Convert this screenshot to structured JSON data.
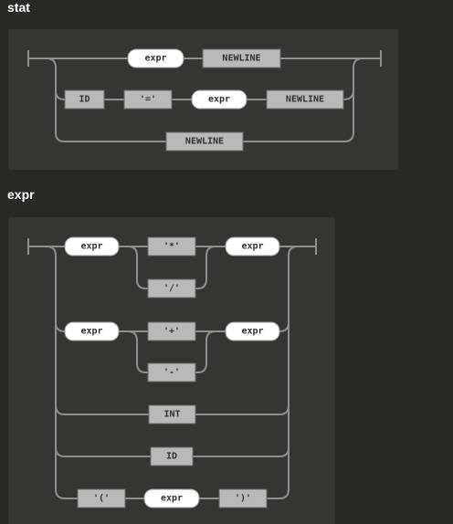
{
  "rules": [
    {
      "name": "stat",
      "nodes": [
        {
          "kind": "nonterminal",
          "text": "expr"
        },
        {
          "kind": "terminal",
          "text": "NEWLINE"
        },
        {
          "kind": "terminal",
          "text": "ID"
        },
        {
          "kind": "terminal",
          "text": "'='"
        },
        {
          "kind": "nonterminal",
          "text": "expr"
        },
        {
          "kind": "terminal",
          "text": "NEWLINE"
        },
        {
          "kind": "terminal",
          "text": "NEWLINE"
        }
      ]
    },
    {
      "name": "expr",
      "nodes": [
        {
          "kind": "nonterminal",
          "text": "expr"
        },
        {
          "kind": "terminal",
          "text": "'*'"
        },
        {
          "kind": "terminal",
          "text": "'/'"
        },
        {
          "kind": "nonterminal",
          "text": "expr"
        },
        {
          "kind": "nonterminal",
          "text": "expr"
        },
        {
          "kind": "terminal",
          "text": "'+'"
        },
        {
          "kind": "terminal",
          "text": "'-'"
        },
        {
          "kind": "nonterminal",
          "text": "expr"
        },
        {
          "kind": "terminal",
          "text": "INT"
        },
        {
          "kind": "terminal",
          "text": "ID"
        },
        {
          "kind": "terminal",
          "text": "'('"
        },
        {
          "kind": "nonterminal",
          "text": "expr"
        },
        {
          "kind": "terminal",
          "text": "')'"
        }
      ]
    }
  ],
  "colors": {
    "background": "#282824",
    "panel": "#353532",
    "rail": "#8f8f8f",
    "terminal_fill": "#b9b9b9",
    "nonterminal_fill": "#ffffff"
  }
}
